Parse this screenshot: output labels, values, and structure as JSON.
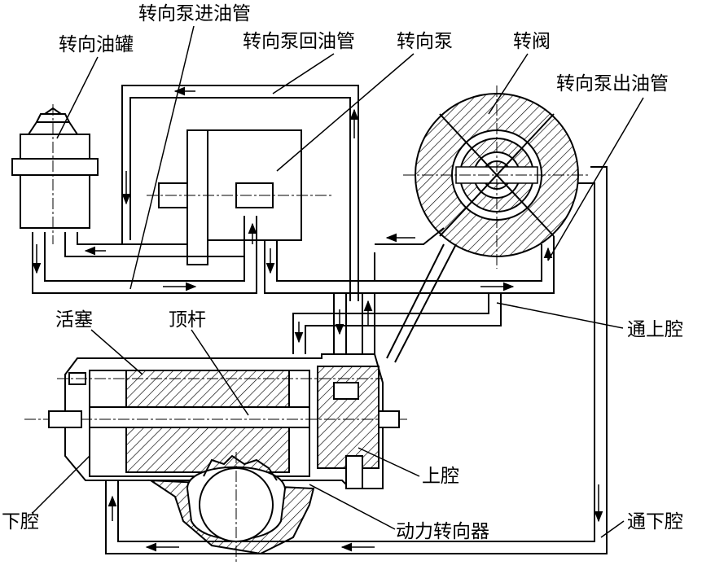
{
  "labels": {
    "pump_inlet_pipe": "转向泵进油管",
    "oil_tank": "转向油罐",
    "pump_return_pipe": "转向泵回油管",
    "pump": "转向泵",
    "rotary_valve": "转阀",
    "pump_outlet_pipe": "转向泵出油管",
    "piston": "活塞",
    "push_rod": "顶杆",
    "to_upper_chamber": "通上腔",
    "upper_chamber": "上腔",
    "lower_chamber": "下腔",
    "power_steering_gear": "动力转向器",
    "to_lower_chamber": "通下腔"
  }
}
